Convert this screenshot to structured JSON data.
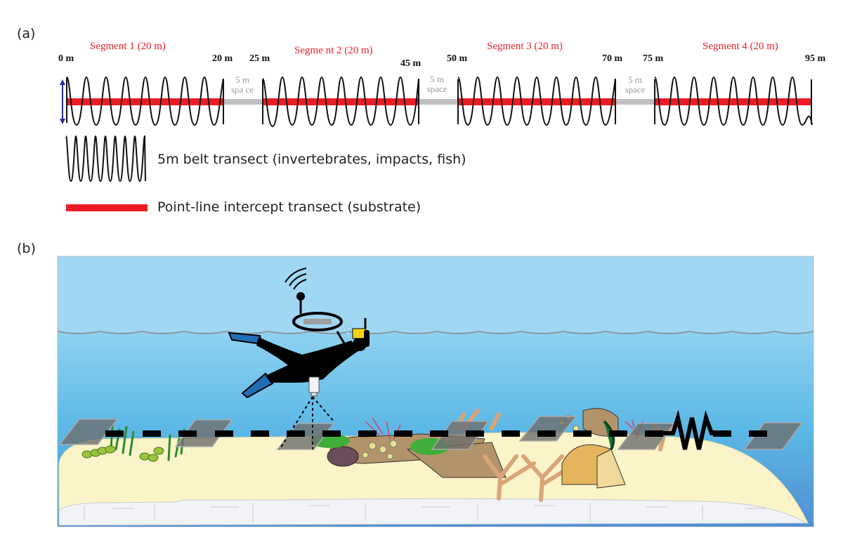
{
  "panel_a": {
    "label": "(a)",
    "segments": [
      {
        "label": "Segment 1 (20 m)"
      },
      {
        "label": "Segme nt 2 (20 m)"
      },
      {
        "label": "Segment 3 (20 m)"
      },
      {
        "label": "Segment 4 (20 m)"
      }
    ],
    "distances": [
      "0 m",
      "20 m",
      "25 m",
      "45 m",
      "50 m",
      "70 m",
      "75 m",
      "95 m"
    ],
    "spaces": [
      {
        "line1": "5 m",
        "line2": "spa ce"
      },
      {
        "line1": "5 m",
        "line2": "space"
      },
      {
        "line1": "5 m",
        "line2": "space"
      }
    ],
    "legend": {
      "belt": "5m belt transect (invertebrates, impacts, fish)",
      "pit": "Point-line intercept transect (substrate)"
    },
    "colors": {
      "segment_text": "#e8202a",
      "pit_line": "#ed1c24",
      "space_line": "#c0c0c0",
      "belt_wave": "#111111",
      "width_arrow": "#2a2a9a"
    }
  },
  "panel_b": {
    "label": "(b)",
    "colors": {
      "sky": "#a0d8f4",
      "water_top": "#7ccbed",
      "water_bottom": "#5a9fd8",
      "sand": "#fbf4c8",
      "rock": "#f2f3f7",
      "transect_line": "#000000",
      "quadrat": "#707070",
      "diver": "#000000",
      "fins": "#1f6fb6",
      "mask": "#f6d21a"
    }
  }
}
